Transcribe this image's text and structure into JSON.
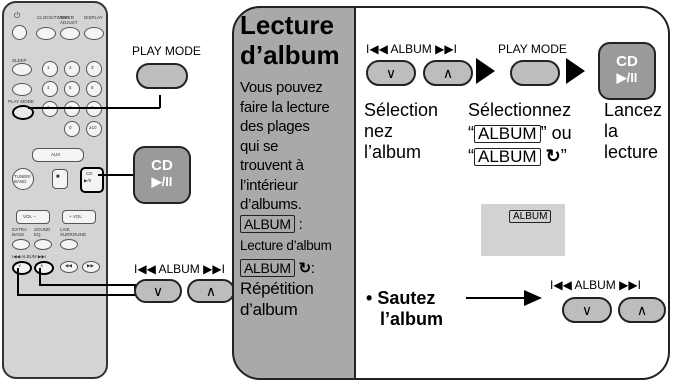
{
  "remote": {
    "top_labels": [
      "CLOCK/TIMER",
      "TIMER ADJUST",
      "DISPLAY"
    ],
    "sleep_label": "SLEEP",
    "play_mode_label": "PLAY MODE",
    "number_keys": [
      "1",
      "2",
      "3",
      "4",
      "5",
      "6",
      "7",
      "8",
      "9",
      "0",
      "≥10"
    ],
    "aux_label": "AUX",
    "tuner_label": "TUNER/ BAND",
    "stop_symbol": "■",
    "cd_label": "CD",
    "cd_symbol": "▶/II",
    "vol_minus": "VOL –",
    "vol_plus": "+ VOL",
    "row_labels": [
      "EXTRA BASS",
      "SOUND EQ",
      "LIVE SURROUND"
    ],
    "album_small": "I◀◀ ALBUM ▶▶I",
    "small_keys": [
      "∨",
      "∧",
      "◀◀",
      "▶▶"
    ]
  },
  "callouts": {
    "play_mode": "PLAY MODE",
    "cd_line1": "CD",
    "cd_line2": "▶/II",
    "album": "I◀◀ ALBUM ▶▶I",
    "down": "∨",
    "up": "∧"
  },
  "gray": {
    "title_line1": "Lecture",
    "title_line2": "d’album",
    "body": [
      "Vous pouvez",
      "faire la lecture",
      "des plages",
      "qui se",
      "trouvent à",
      "l’intérieur",
      "d’albums."
    ],
    "album_tag": "ALBUM",
    "colon": ":",
    "album_desc": "Lecture d’album",
    "repeat_tag": "ALBUM",
    "repeat_symbol": "↻",
    "repeat_desc": [
      "Répétition",
      "d’album"
    ]
  },
  "steps": {
    "step1": {
      "label": "I◀◀ ALBUM ▶▶I",
      "down": "∨",
      "up": "∧",
      "text": [
        "Sélection",
        "nez",
        "l’album"
      ]
    },
    "step2": {
      "label": "PLAY MODE",
      "text1": "Sélectionnez",
      "text2_pre": "“",
      "tag1": "ALBUM",
      "text2_post": "” ou",
      "text3_pre": "“",
      "tag2": "ALBUM",
      "repeat_symbol": "↻",
      "text3_post": "”"
    },
    "step3": {
      "cd": "CD",
      "cd_symbol": "▶/II",
      "text": [
        "Lancez",
        "la",
        "lecture"
      ]
    },
    "display_tag": "ALBUM",
    "skip": {
      "bullet": "•",
      "line1": "Sautez",
      "line2": "l’album",
      "label": "I◀◀ ALBUM ▶▶I",
      "down": "∨",
      "up": "∧"
    }
  }
}
